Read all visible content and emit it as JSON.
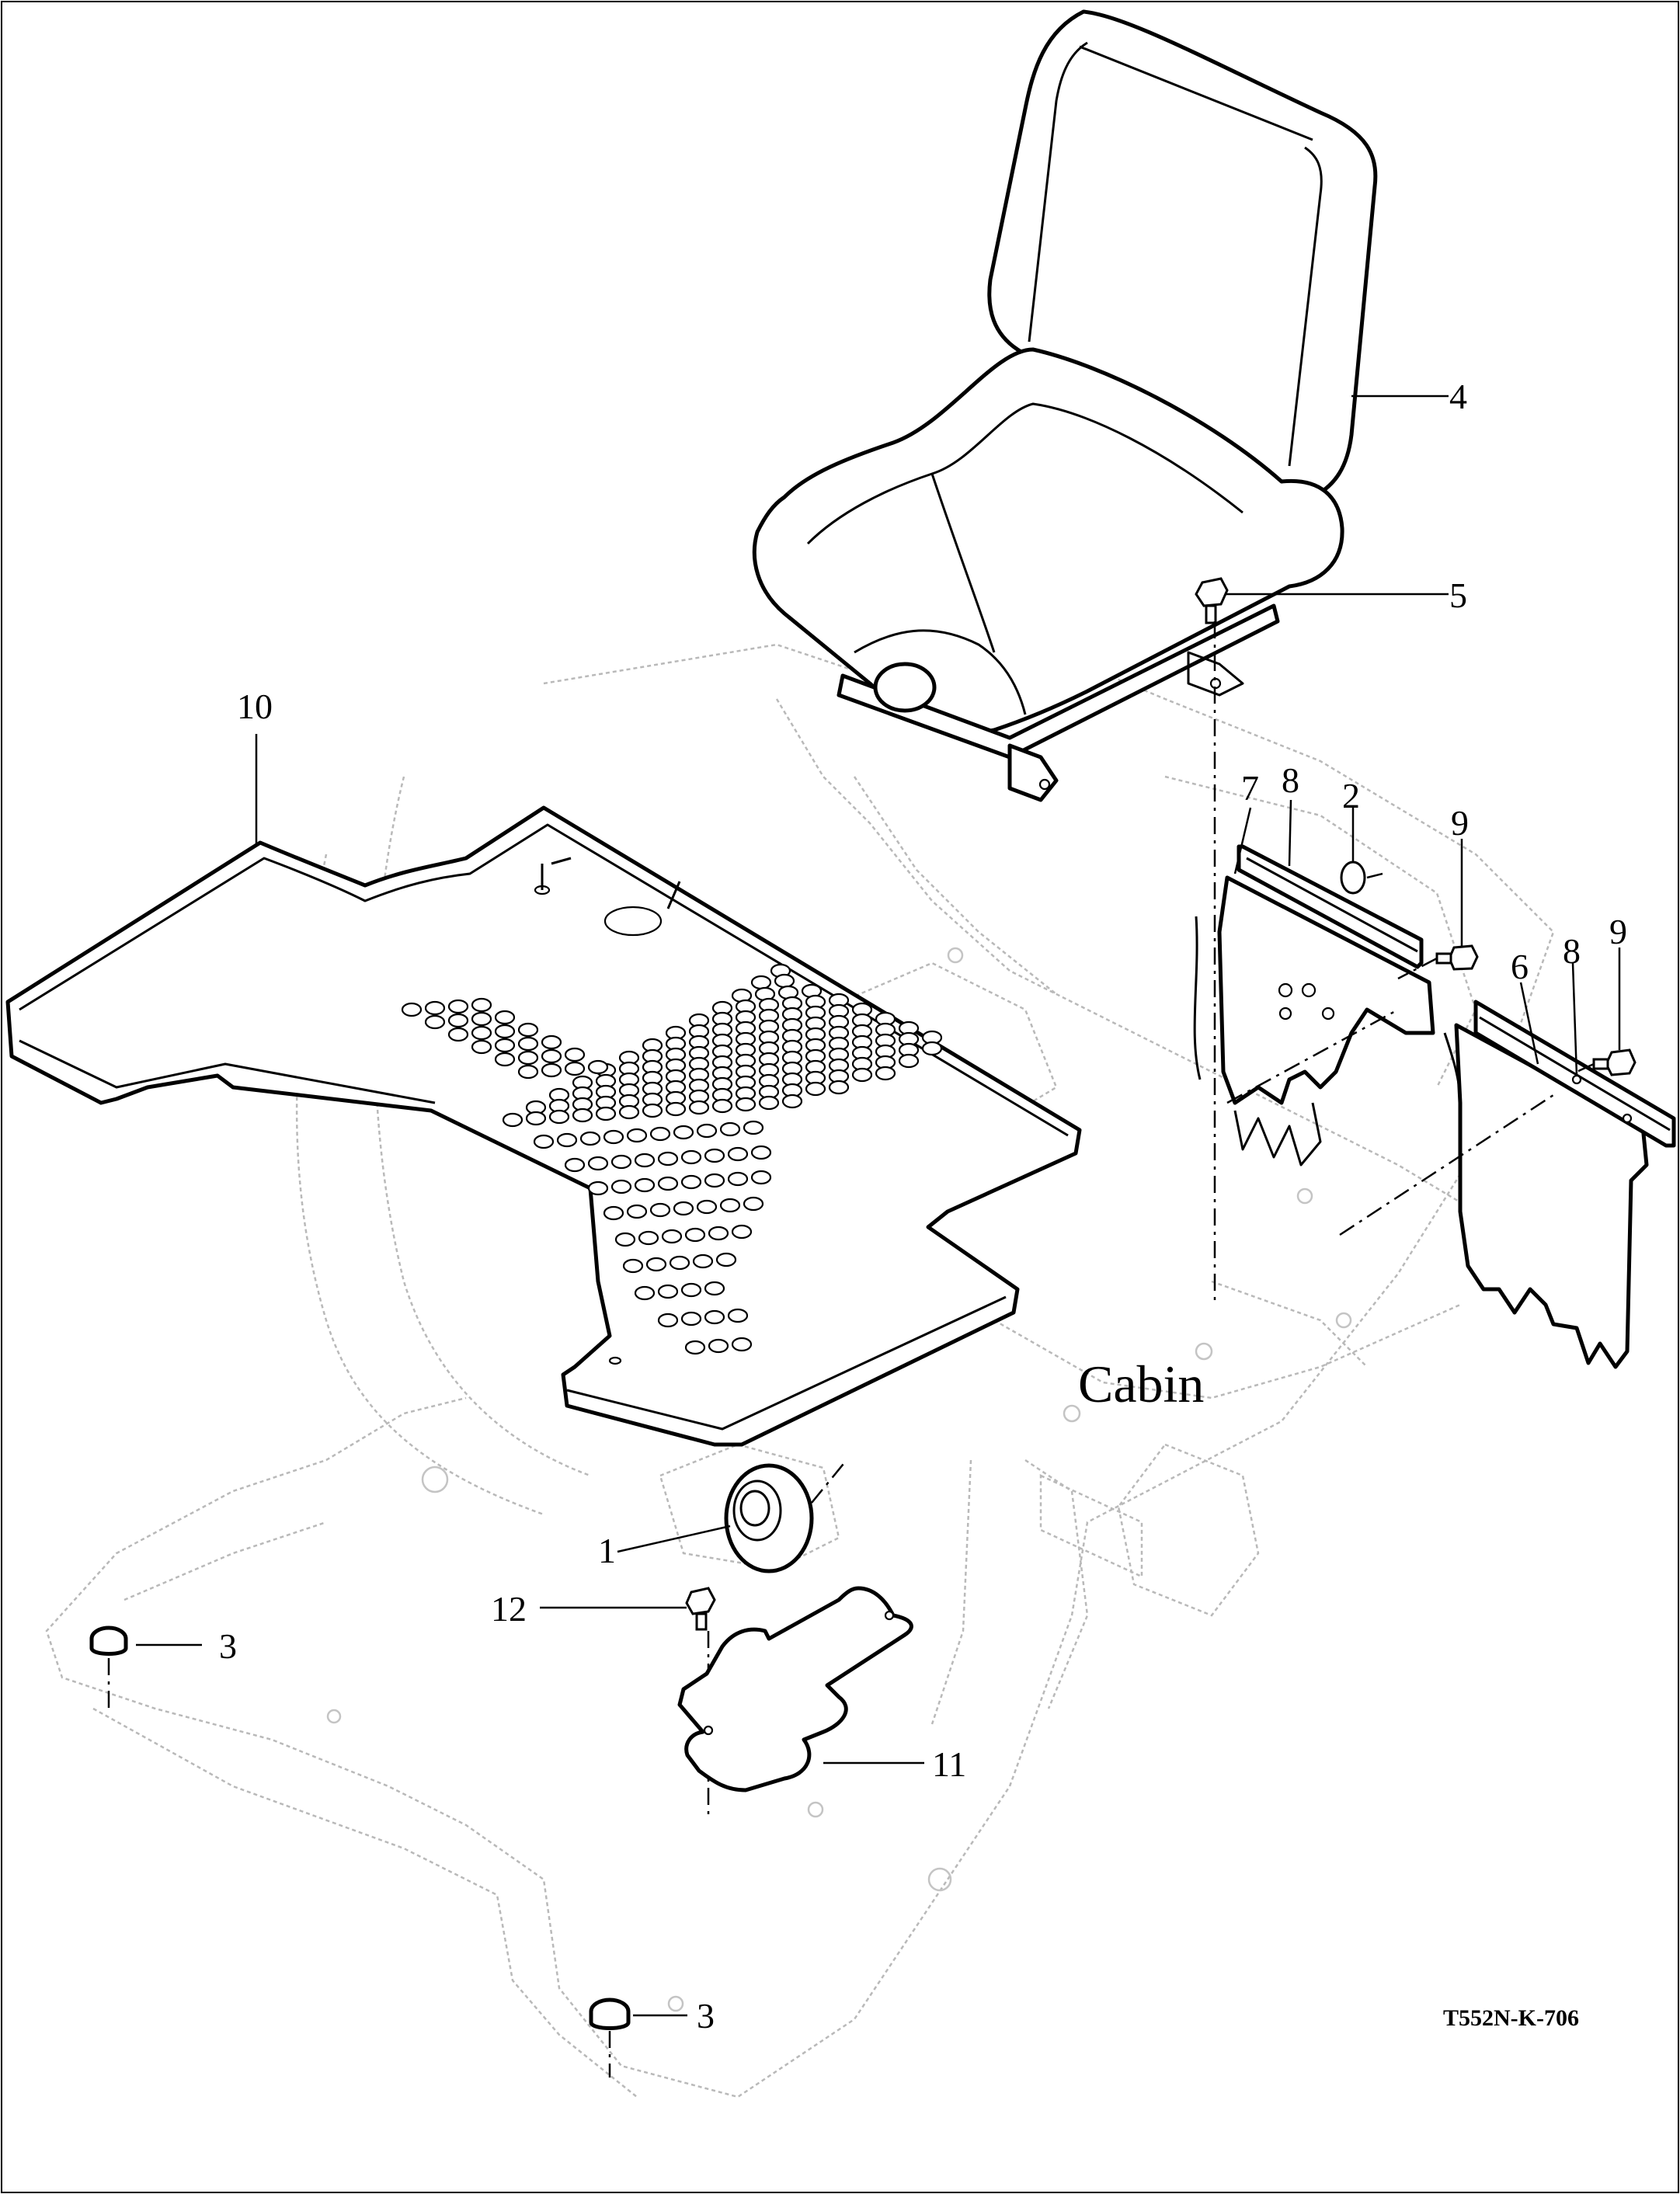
{
  "labels": {
    "seat": "4",
    "seat_bolt": "5",
    "floor_mat": "10",
    "plate_left": "7",
    "strip_left": "8",
    "cap_small": "2",
    "screw_left": "9",
    "plate_right": "6",
    "strip_right": "8",
    "screw_right": "9",
    "area": "Cabin",
    "grommet": "1",
    "bolt_cover": "12",
    "plug_upper": "3",
    "cover_plate": "11",
    "plug_lower": "3"
  },
  "drawing_code": "T552N-K-706"
}
